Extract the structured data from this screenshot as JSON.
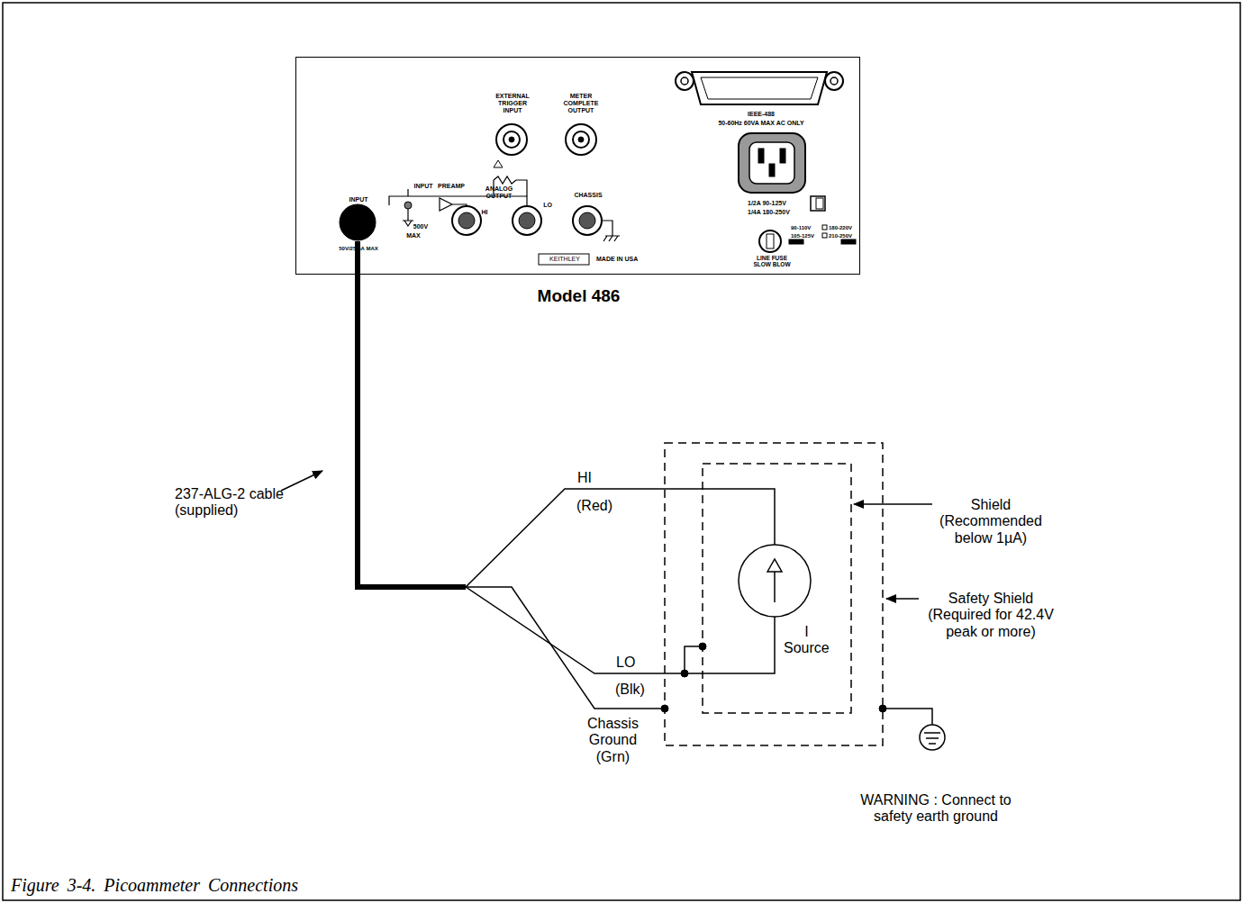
{
  "diagram": {
    "caption": "Figure 3-4. Picoammeter Connections",
    "nodes": [
      {
        "text": [
          "Model 486"
        ]
      },
      {
        "text": [
          "I Source"
        ]
      }
    ],
    "edges": [
      {
        "from": 0,
        "to": 1,
        "arrow": "none",
        "label": "HI"
      },
      {
        "from": 0,
        "to": 1,
        "arrow": "none",
        "label": "LO"
      }
    ],
    "labels": [
      "(Red)",
      "(Blk)",
      "237-ALG-2 cable (supplied)",
      "Chassis Ground (Grn)",
      "Shield (Recommended below 1µA)",
      "Safety Shield (Required for 42.4V peak or more)",
      "WARNING : Connect to safety earth ground",
      "EXTERNAL TRIGGER INPUT",
      "METER COMPLETE OUTPUT",
      "IEEE-488",
      "50-60Hz 60VA MAX AC ONLY",
      "INPUT",
      "50V/25mA MAX",
      "INPUT",
      "PREAMP",
      "500V",
      "MAX",
      "ANALOG OUTPUT",
      "HI",
      "LO",
      "CHASSIS",
      "KEITHLEY",
      "MADE IN USA",
      "1/2A 90-125V",
      "1/4A 180-250V",
      "LINE FUSE SLOW BLOW",
      "90-110V",
      "105-125V",
      "180-220V",
      "210-250V"
    ]
  }
}
